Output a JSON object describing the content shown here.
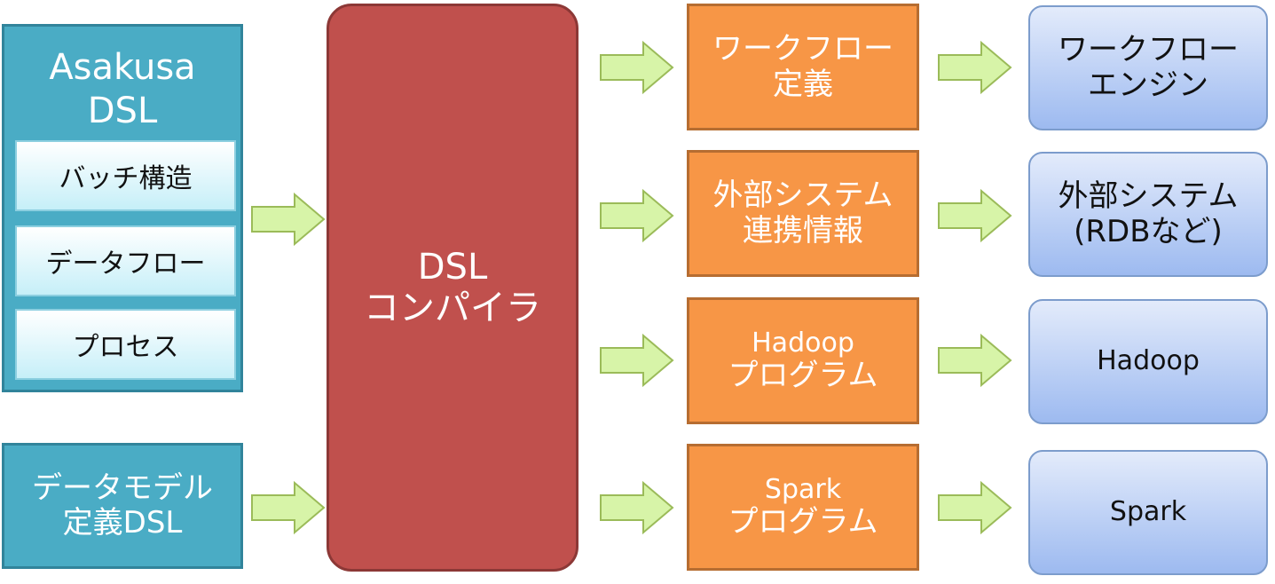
{
  "asakusa": {
    "title_line1": "Asakusa",
    "title_line2": "DSL",
    "sub_batch": "バッチ構造",
    "sub_dataflow": "データフロー",
    "sub_process": "プロセス"
  },
  "datamodel": {
    "line1": "データモデル",
    "line2": "定義DSL"
  },
  "compiler": {
    "line1": "DSL",
    "line2": "コンパイラ"
  },
  "outputs": {
    "workflow": {
      "line1": "ワークフロー",
      "line2": "定義"
    },
    "external": {
      "line1": "外部システム",
      "line2": "連携情報"
    },
    "hadoop": {
      "line1": "Hadoop",
      "line2": "プログラム"
    },
    "spark": {
      "line1": "Spark",
      "line2": "プログラム"
    }
  },
  "targets": {
    "workflow": {
      "line1": "ワークフロー",
      "line2": "エンジン"
    },
    "external": {
      "line1": "外部システム",
      "line2": "(RDBなど)"
    },
    "hadoop": {
      "line1": "Hadoop"
    },
    "spark": {
      "line1": "Spark"
    }
  },
  "colors": {
    "teal": "#4aacc5",
    "red": "#c0504d",
    "orange": "#f79646",
    "blue": "#9dbaf0",
    "arrow_green": "#d7f4a8"
  }
}
